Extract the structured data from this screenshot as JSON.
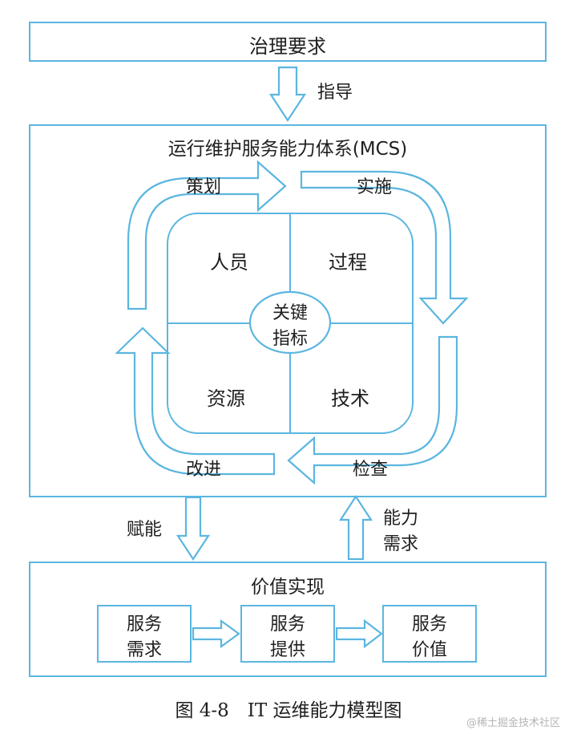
{
  "colors": {
    "line": "#5bb6e0",
    "text": "#1f1f1f",
    "watermark": "#b5b5b5"
  },
  "governance": {
    "title": "治理要求",
    "guide_label": "指导"
  },
  "mcs": {
    "title": "运行维护服务能力体系(MCS)",
    "cycle": {
      "plan": "策划",
      "implement": "实施",
      "check": "检查",
      "improve": "改进"
    },
    "quadrants": {
      "people": "人员",
      "process": "过程",
      "resource": "资源",
      "technology": "技术"
    },
    "center": {
      "line1": "关键",
      "line2": "指标"
    }
  },
  "links": {
    "empower": "赋能",
    "demand_line1": "能力",
    "demand_line2": "需求"
  },
  "value": {
    "title": "价值实现",
    "steps": [
      {
        "line1": "服务",
        "line2": "需求"
      },
      {
        "line1": "服务",
        "line2": "提供"
      },
      {
        "line1": "服务",
        "line2": "价值"
      }
    ]
  },
  "caption": "图 4-8　IT 运维能力模型图",
  "watermark": "@稀土掘金技术社区"
}
